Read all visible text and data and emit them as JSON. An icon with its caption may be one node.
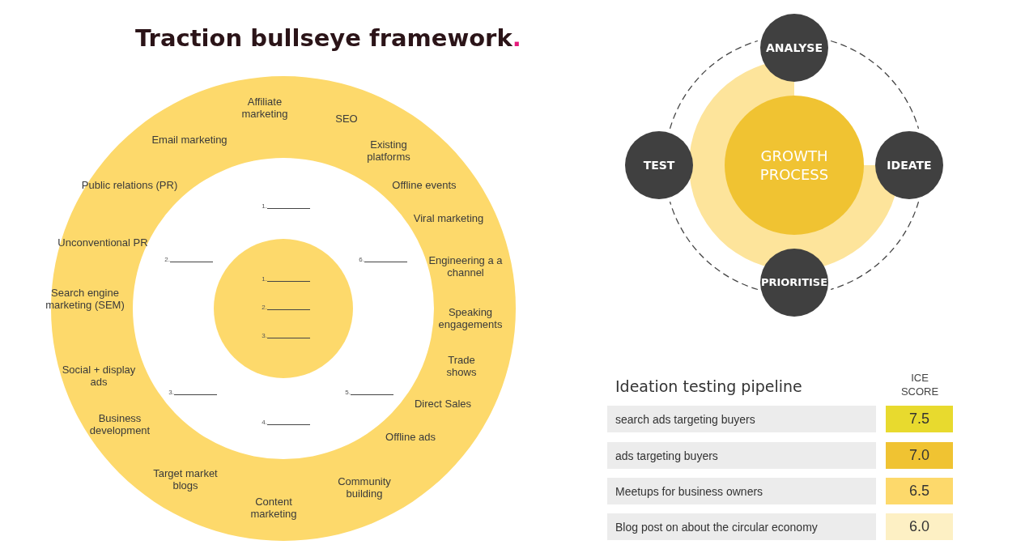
{
  "diagram": {
    "title": "Traction bullseye framework.",
    "nodes": [
      {
        "text": [
          "GROWTH PROCESS"
        ]
      },
      {
        "text": [
          "ANALYSE"
        ]
      },
      {
        "text": [
          "IDEATE"
        ]
      },
      {
        "text": [
          "PRIORITISE"
        ]
      },
      {
        "text": [
          "TEST"
        ]
      }
    ],
    "edges": [
      {
        "from": 1,
        "to": 2,
        "arrow": "none",
        "style": "dashed"
      },
      {
        "from": 2,
        "to": 3,
        "arrow": "none",
        "style": "dashed"
      },
      {
        "from": 3,
        "to": 4,
        "arrow": "none",
        "style": "dashed"
      },
      {
        "from": 4,
        "to": 1,
        "arrow": "none",
        "style": "dashed"
      }
    ],
    "labels": [
      "Affiliate marketing",
      "SEO",
      "Email marketing",
      "Existing platforms",
      "Public relations (PR)",
      "Offline events",
      "Viral marketing",
      "Unconventional PR",
      "Engineering a a channel",
      "Search engine marketing (SEM)",
      "Speaking engagements",
      "Social + display ads",
      "Trade shows",
      "Direct Sales",
      "Business development",
      "Offline ads",
      "Target market blogs",
      "Community building",
      "Content marketing",
      "1.",
      "2.",
      "6.",
      "1.",
      "2.",
      "3.",
      "3.",
      "5.",
      "4.",
      "Ideation testing pipeline",
      "ICE SCORE",
      "search ads targeting buyers",
      "7.5",
      "ads targeting buyers",
      "7.0",
      "Meetups for business owners",
      "6.5",
      "Blog post on about the circular economy",
      "6.0"
    ]
  }
}
